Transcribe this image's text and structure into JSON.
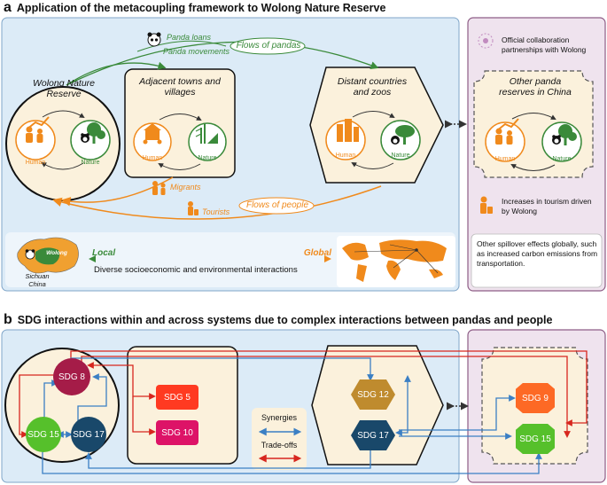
{
  "panel_a": {
    "letter": "a",
    "title": "Application of the metacoupling framework to Wolong Nature Reserve",
    "wolong": "Wolong Nature Reserve",
    "adjacent": "Adjacent towns and villages",
    "distant": "Distant countries and zoos",
    "other": "Other panda reserves in China",
    "human": "Human",
    "nature": "Nature",
    "panda_loans": "Panda loans",
    "panda_movements": "Panda movements",
    "flows_pandas": "Flows of pandas",
    "migrants": "Migrants",
    "tourists": "Tourists",
    "flows_people": "Flows of people",
    "local": "Local",
    "global": "Global",
    "map_label": "Wolong",
    "sichuan": "Sichuan",
    "china": "China",
    "interactions": "Diverse socioeconomic and environmental interactions",
    "collab": "Official collaboration partnerships with Wolong",
    "tourism": "Increases in tourism driven by Wolong",
    "spillover": "Other spillover effects globally, such as increased carbon emissions from transportation.",
    "colors": {
      "orange": "#F08A1C",
      "green": "#3A8A3A",
      "purple": "#8E5D86",
      "blue_bg": "#DCEBF7",
      "cream": "#FBF1DC"
    }
  },
  "panel_b": {
    "letter": "b",
    "title": "SDG interactions within and across systems due to complex interactions between pandas and people",
    "synergies": "Synergies",
    "tradeoffs": "Trade-offs",
    "sdgs": {
      "sdg8": {
        "label": "SDG 8",
        "color": "#A51C48"
      },
      "sdg15_a": {
        "label": "SDG 15",
        "color": "#56C02B"
      },
      "sdg17_a": {
        "label": "SDG 17",
        "color": "#19486A"
      },
      "sdg5": {
        "label": "SDG 5",
        "color": "#FF3A21"
      },
      "sdg10": {
        "label": "SDG 10",
        "color": "#DD1367"
      },
      "sdg12": {
        "label": "SDG 12",
        "color": "#BF8B2E"
      },
      "sdg17_b": {
        "label": "SDG 17",
        "color": "#19486A"
      },
      "sdg9": {
        "label": "SDG 9",
        "color": "#FD6925"
      },
      "sdg15_b": {
        "label": "SDG 15",
        "color": "#56C02B"
      }
    }
  }
}
